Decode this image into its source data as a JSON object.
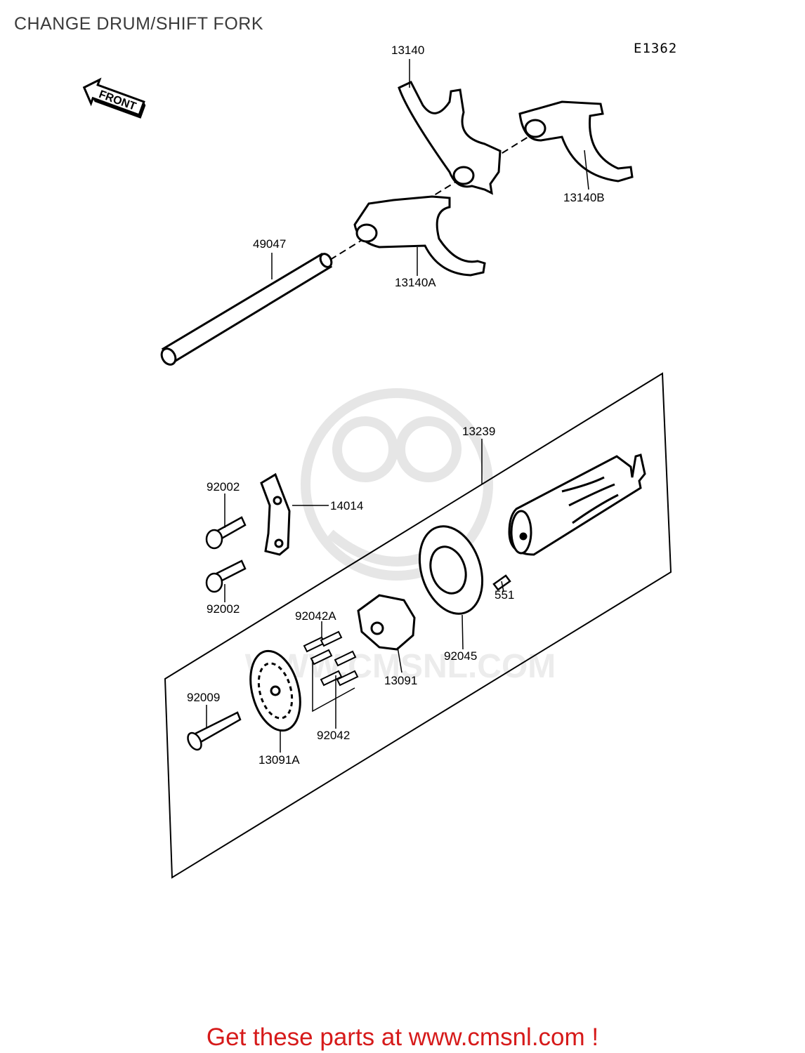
{
  "title": "CHANGE DRUM/SHIFT FORK",
  "diagram_code": "E1362",
  "front_marker": "FRONT",
  "watermark": "WWW.CMSNL.COM",
  "parts": [
    {
      "number": "13140"
    },
    {
      "number": "13140B"
    },
    {
      "number": "13140A"
    },
    {
      "number": "49047"
    },
    {
      "number": "13239"
    },
    {
      "number": "92002"
    },
    {
      "number": "14014"
    },
    {
      "number": "92002"
    },
    {
      "number": "551"
    },
    {
      "number": "92042A"
    },
    {
      "number": "92045"
    },
    {
      "number": "13091"
    },
    {
      "number": "92009"
    },
    {
      "number": "92042"
    },
    {
      "number": "13091A"
    }
  ],
  "footer": "Get these parts at www.cmsnl.com !",
  "colors": {
    "footer": "#d61a1a",
    "title": "#3a3a3a",
    "watermark": "#e6e6e6",
    "line": "#000000"
  }
}
